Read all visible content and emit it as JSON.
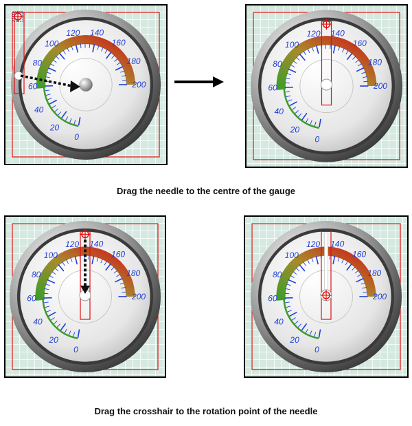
{
  "scale_labels": [
    "0",
    "20",
    "40",
    "60",
    "80",
    "100",
    "120",
    "140",
    "160",
    "180",
    "200"
  ],
  "captions": {
    "step1": "Drag the needle to the centre of the gauge",
    "step2": "Drag the crosshair to the rotation point of the needle"
  },
  "colors": {
    "grid_background": "#d6e9e1",
    "grid_lines": "#ffffff",
    "selection_red": "#e01010",
    "scale_blue": "#1f3fd8",
    "arc_green": "#3c9e2a",
    "arc_red": "#d21a1a",
    "drag_arrow": "#111111"
  },
  "icons": {
    "crosshair": "crosshair-icon",
    "transition": "right-arrow-icon",
    "drag_path": "dotted-arrow-icon"
  }
}
